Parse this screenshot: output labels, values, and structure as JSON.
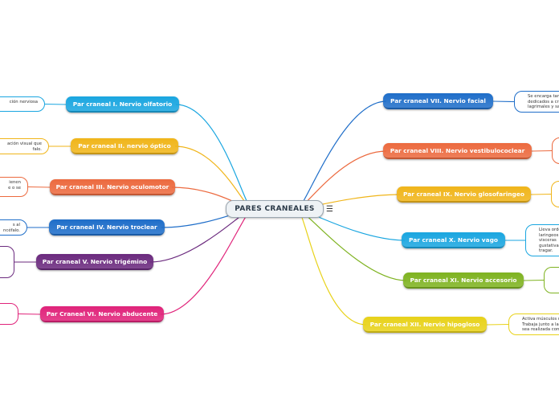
{
  "central": {
    "label": "PARES CRANEALES",
    "menu_icon": "menu-icon"
  },
  "branches": [
    {
      "id": "olfatorio",
      "label": "Par craneal I. Nervio olfatorio",
      "color": "#1aa6e0",
      "note": [
        "ción nerviosa",
        ""
      ]
    },
    {
      "id": "optico",
      "label": "Par craneal II. nervio óptico",
      "color": "#f0b51a",
      "note": [
        "ación visual que",
        "falo."
      ]
    },
    {
      "id": "oculomotor",
      "label": "Par craneal III. Nervio oculomotor",
      "color": "#ec6a3f",
      "note": [
        "ienen",
        "e o se"
      ]
    },
    {
      "id": "troclear",
      "label": "Par craneal IV. Nervio troclear",
      "color": "#1f6ec9",
      "note": [
        "s al",
        "ncéfalo."
      ]
    },
    {
      "id": "trigemino",
      "label": "Par craneal V. Nervio trigémino",
      "color": "#6b2a7e",
      "note": []
    },
    {
      "id": "abducente",
      "label": "Par Craneal VI. Nervio abducente",
      "color": "#e0237a",
      "note": []
    },
    {
      "id": "facial",
      "label": "Par craneal VII. Nervio facial",
      "color": "#1f6ec9",
      "note": [
        "Se encarga tan",
        "dedicados a cr",
        "lagrimales y sa"
      ]
    },
    {
      "id": "vestibulococlear",
      "label": "Par craneal VIII. Nervio vestibulococlear",
      "color": "#ec6a3f",
      "note": []
    },
    {
      "id": "glosofaringeo",
      "label": "Par craneal IX. Nervio glosofaringeo",
      "color": "#f0b51a",
      "note": []
    },
    {
      "id": "vago",
      "label": "Par craneal X. Nervio vago",
      "color": "#1aa6e0",
      "note": [
        "Lleva orde",
        "laringeos",
        "visceras",
        "gustativa",
        "tragar."
      ]
    },
    {
      "id": "accesorio",
      "label": "Par craneal XI. Nervio accesorio",
      "color": "#7fb321",
      "note": []
    },
    {
      "id": "hipogloso",
      "label": "Par craneal XII. Nervio hipogloso",
      "color": "#e8d21a",
      "note": [
        "Activa músculos d",
        "Trabaja junto a la",
        "sea realizada corr"
      ]
    }
  ]
}
